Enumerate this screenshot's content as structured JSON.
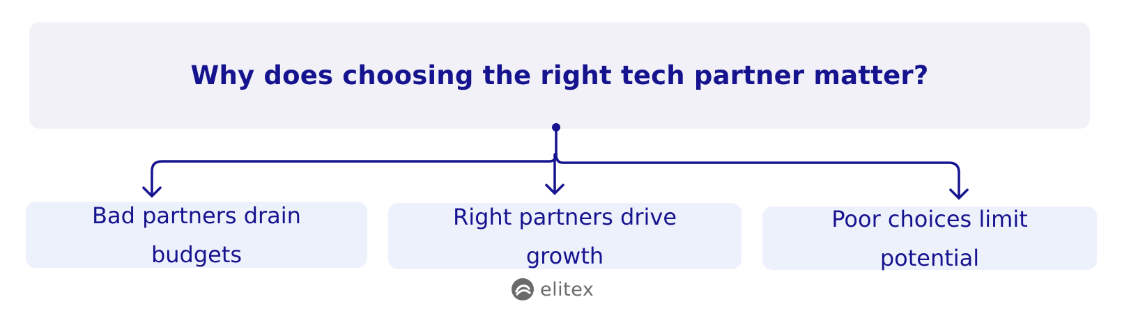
{
  "header": {
    "title": "Why does choosing the right tech partner matter?"
  },
  "cards": [
    {
      "text": "Bad partners drain budgets"
    },
    {
      "text": "Right partners drive growth"
    },
    {
      "text": "Poor choices limit potential"
    }
  ],
  "logo": {
    "text": "elitex"
  },
  "colors": {
    "ink": "#16138f",
    "header_bg": "#f2f1f8",
    "card_bg": "#edf1fc",
    "logo_gray": "#6a6a6a"
  }
}
